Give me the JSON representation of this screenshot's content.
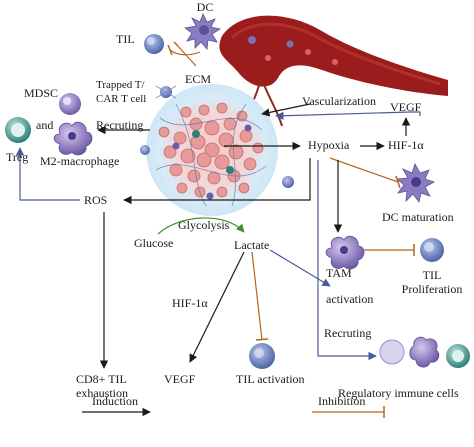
{
  "labels": {
    "dc": "DC",
    "til": "TIL",
    "ecm": "ECM",
    "trapped_cells": "Trapped T/\nCAR T cell",
    "mdsc": "MDSC",
    "and": "and",
    "recruting_top": "Recruting",
    "treg": "Treg",
    "m2_macrophage": "M2-macrophage",
    "vascularization": "Vascularization",
    "vegf_top": "VEGF",
    "hypoxia": "Hypoxia",
    "hif1a_right": "HIF-1α",
    "ros": "ROS",
    "glycolysis": "Glycolysis",
    "glucose": "Glucose",
    "lactate": "Lactate",
    "dc_maturation": "DC maturation",
    "tam": "TAM",
    "activation": "activation",
    "til_proliferation": "TIL\nProliferation",
    "hif1a_mid": "HIF-1α",
    "recruting_bottom": "Recruting",
    "cd8_exhaustion": "CD8+ TIL\nexhaustion",
    "vegf_bottom": "VEGF",
    "til_activation": "TIL activation",
    "regulatory_cells": "Regulatory immune cells",
    "induction": "Induction",
    "inhibition": "Inhibition"
  },
  "colors": {
    "induction_arrow": "#1a1a1a",
    "inhibition_line": "#b5651d",
    "blue_arrow": "#4a5a9e",
    "tumor_halo": "#cfe6f5",
    "tumor_cell": "#e79a9a",
    "vessel": "#9b1c1c",
    "green_arrow": "#3f8f2f"
  },
  "icons": [
    "dc-icon",
    "til-icon",
    "treg-icon",
    "mdsc-icon",
    "m2-macrophage-icon",
    "tam-icon",
    "til-cell-icon",
    "regulatory-cell-icon",
    "blood-vessel-icon",
    "tumor-mass-icon"
  ]
}
